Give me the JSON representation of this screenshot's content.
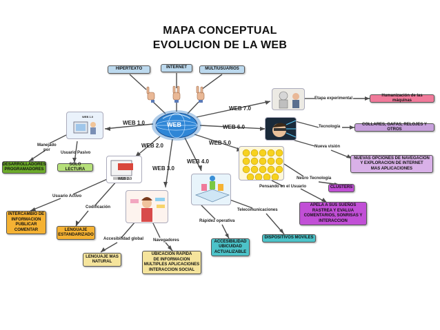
{
  "title": {
    "line1": "MAPA CONCEPTUAL",
    "line2": "EVOLUCION DE LA WEB"
  },
  "center": {
    "label": "WEB"
  },
  "top_boxes": {
    "hipertexto": "HIPERTEXTO",
    "internet": "INTERNET",
    "multiusuarios": "MULTIUSUARIOS"
  },
  "versions": {
    "web10": "WEB 1.0",
    "web20": "WEB 2.0",
    "web30": "WEB 3.0",
    "web40": "WEB 4.0",
    "web50": "WEB 5.0",
    "web60": "WEB 6.0",
    "web70": "WEB 7.0"
  },
  "labels": {
    "manejado_por": "Manejado\npor",
    "usuario_pasivo": "Usuario Pasivo",
    "usuario_activo": "Usuario Activo",
    "codificacion": "Codificación",
    "accesibilidad_global": "Accesibilidad global",
    "navegadores": "Navegadores",
    "rapidez_operativa": "Rápidez operativa",
    "telecomunicaciones": "Telecomunicaciones",
    "pensando_usuario": "Pensando en el Usuario",
    "neuro_tecnologia": "Neuro Tecnología",
    "nueva_vision": "Nueva visión",
    "tecnologia": "Tecnología",
    "etapa_experimental": "Etapa experimental",
    "web10_img_tag": "WEB 1.0",
    "web20_img_tag": "WEB 2.0"
  },
  "boxes": {
    "desarrolladores": "DESARROLLADORES\nPROGRAMADORES",
    "solo_lectura": "SOLO LECTURA",
    "intercambio": "INTERCAMBIO DE\nINFORMACION\nPUBLICAR\nCOMENTAR",
    "lenguaje_estandarizado": "LENGUAJE\nESTANDARIZADO",
    "lenguaje_mas_natural": "LENGUAJE MAS\nNATURAL",
    "ubicacion_rapida": "UBICACION RAPIDA\nDE INFORMACION\nMULTIPLES APLICACIONES\nINTERACCION SOCIAL",
    "accesibilidad": "ACCESIBILIDAD\nUBICUIDAD\nACTUALIZABLE",
    "dispositivos_moviles": "DISPOSITIVOS MOVILES",
    "apela_sueños": "APELA A SUS SUEÑOS\nRASTREA Y EVALUA\nCOMENTARIOS, SONRISAS Y\nINTERACCION",
    "clusters": "CLUSTERS",
    "nuevas_opciones": "NUEVAS OPCIONES DE NAVEGACION\nY EXPLORACION DE INTERNET\nMAS APLICACIONES",
    "collares": "COLLARES, GAFAS, RELOJES Y OTROS",
    "humanizacion": "Humanización de las máquinas"
  },
  "colors": {
    "blue_box": "#bcd9ee",
    "green_box": "#b6e07a",
    "dark_green_box": "#6cab2a",
    "orange_box": "#f5b233",
    "yellow_box": "#f5e49c",
    "teal_box": "#4cc3c9",
    "purple_box": "#c14fd6",
    "light_purple_box": "#d9b1e8",
    "pink_box": "#f07a9a",
    "globe": "#3a8fd6"
  }
}
